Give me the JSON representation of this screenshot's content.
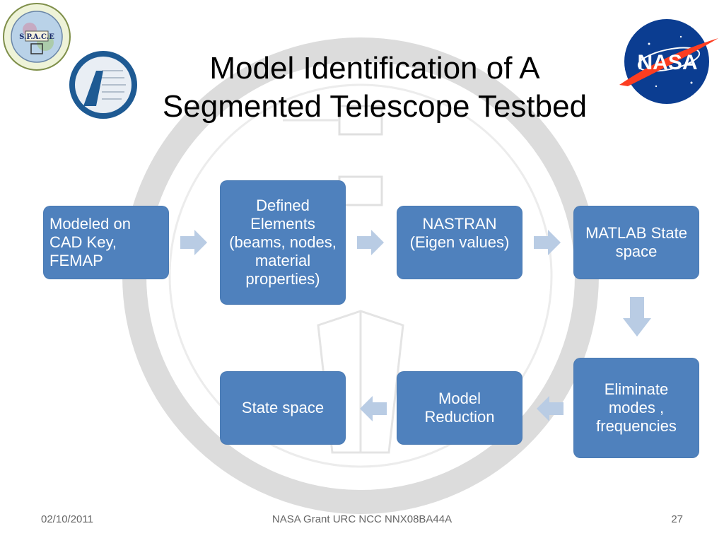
{
  "slide": {
    "title_line1": "Model Identification of A",
    "title_line2": "Segmented Telescope Testbed"
  },
  "logos": {
    "space": "S.P.A.C.E",
    "nasa": "NASA"
  },
  "flow": {
    "box1": "Modeled on CAD Key, FEMAP",
    "box2": "Defined Elements (beams, nodes, material properties)",
    "box3": "NASTRAN (Eigen values)",
    "box4": "MATLAB State space",
    "box5": "Eliminate modes , frequencies",
    "box6": "Model Reduction",
    "box7": "State space"
  },
  "footer": {
    "date": "02/10/2011",
    "center": "NASA Grant URC NCC NNX08BA44A",
    "page": "27"
  },
  "colors": {
    "box_fill": "#4f81bd",
    "arrow_fill": "#b9cce4",
    "box_text": "#ffffff"
  }
}
